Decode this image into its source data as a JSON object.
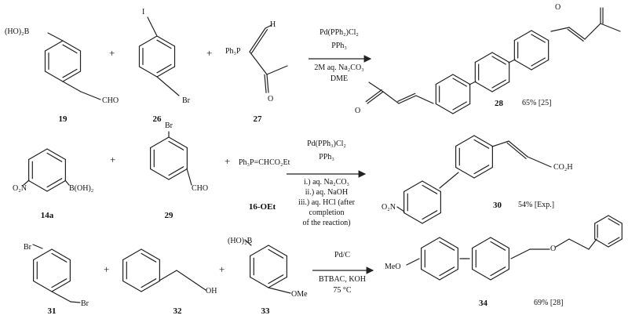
{
  "reaction1": {
    "reagents": [
      {
        "number": "19",
        "label": "(HO)₂B",
        "group": "CHO"
      },
      {
        "number": "26",
        "label": "I",
        "group": "Br"
      },
      {
        "number": "27",
        "label": "Ph₃P",
        "h_label": "H",
        "o_label": "O"
      }
    ],
    "conditions": [
      "Pd(PPh₂)Cl₂",
      "PPh₃",
      "2M aq. Na₂CO₃",
      "DME"
    ],
    "product": {
      "number": "28",
      "yield": "65% [25]",
      "o_top": "O",
      "o_bottom": "O"
    }
  },
  "reaction2": {
    "reagents": [
      {
        "number": "14a",
        "label": "O₂N",
        "group": "B(OH)₂"
      },
      {
        "number": "29",
        "label": "Br",
        "group": "CHO"
      },
      {
        "number": "16-OEt",
        "label": "Ph₃P=CHCO₂Et"
      }
    ],
    "conditions": [
      "Pd(PPh₃)Cl₂",
      "PPh₃",
      "i.) aq. Na₂CO₃",
      "ii.) aq. NaOH",
      "iii.) aq. HCl (after",
      "completion",
      "of the reaction)"
    ],
    "product": {
      "number": "30",
      "yield": "54% [Exp.]",
      "group": "CO₂H",
      "label": "O₂N"
    }
  },
  "reaction3": {
    "reagents": [
      {
        "number": "31",
        "label": "Br",
        "group": "Br"
      },
      {
        "number": "32",
        "group": "OH"
      },
      {
        "number": "33",
        "label": "(HO)₂B",
        "group": "OMe"
      }
    ],
    "conditions": [
      "Pd/C",
      "BTBAC, KOH",
      "75 °C"
    ],
    "product": {
      "number": "34",
      "yield": "69% [28]",
      "label": "MeO",
      "o_label": "O"
    }
  },
  "plus": "+"
}
